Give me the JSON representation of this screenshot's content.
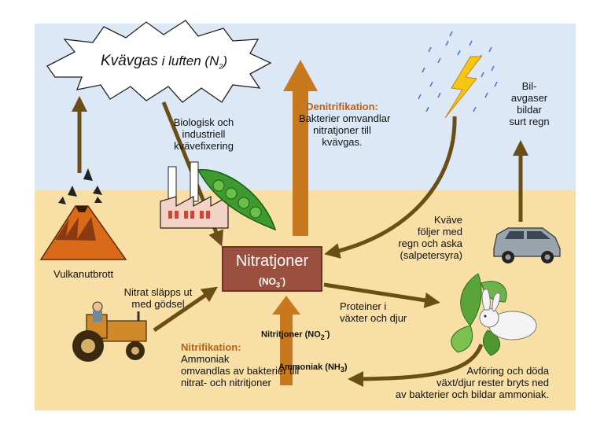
{
  "cloud": {
    "title": "Kvävgas i luften (N2)",
    "main": "Kvävgas",
    "rest": " i luften (N",
    "sub": "2",
    "close": ")"
  },
  "nitrat_box": {
    "title": "Nitratjoner",
    "formula_pre": "(NO",
    "formula_sub": "3",
    "formula_sup": "-",
    "formula_post": ")"
  },
  "labels": {
    "biologisk": [
      "Biologisk och",
      "industriell",
      "kvävefixering"
    ],
    "denitrifikation_head": "Denitrifikation:",
    "denitrifikation_body": [
      "Bakterier omvandlar",
      "nitratjoner till",
      "kvävgas."
    ],
    "bilavgaser": [
      "Bil-",
      "avgaser",
      "bildar",
      "surt regn"
    ],
    "kvave_regn": [
      "Kväve",
      "följer med",
      "regn och aska",
      "(salpetersyra)"
    ],
    "vulkan": "Vulkanutbrott",
    "nitrat_slapps": [
      "Nitrat släpps ut",
      "med gödsel"
    ],
    "proteiner": [
      "Proteiner i",
      "växter och djur"
    ],
    "nitritjoner_pre": "Nitritjoner (NO",
    "nitritjoner_sub": "2",
    "nitritjoner_sup": "-",
    "nitritjoner_post": ")",
    "ammoniak_pre": "Ammoniak  (NH",
    "ammoniak_sub": "3",
    "ammoniak_post": ")",
    "nitrifikation_head": "Nitrifikation:",
    "nitrifikation_body": [
      "Ammoniak",
      "omvandlas av bakterier till",
      "nitrat- och nitritjoner"
    ],
    "avforing": [
      "Avföring och döda",
      "växt/djur rester bryts ned",
      "av bakterier och bildar ammoniak."
    ]
  },
  "colors": {
    "sky": "#dde8f6",
    "ground": "#f7dfa5",
    "arrow_dark": "#6b4e16",
    "arrow_orange": "#c8791e",
    "box": "#9a4f3f",
    "accent_text": "#b8621b"
  }
}
